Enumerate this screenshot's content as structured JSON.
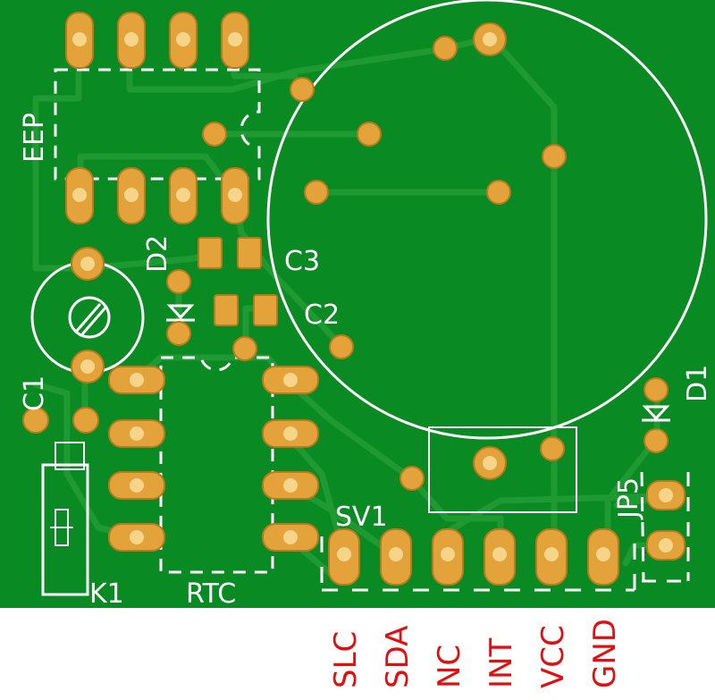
{
  "board": {
    "silkscreen_labels": {
      "eep": "EEP",
      "d2": "D2",
      "c3": "C3",
      "c2": "C2",
      "c1": "C1",
      "d1": "D1",
      "jp5": "JP5",
      "sv1": "SV1",
      "k1": "K1",
      "rtc": "RTC"
    },
    "pin_labels": [
      "SLC",
      "SDA",
      "NC",
      "INT",
      "VCC",
      "GND"
    ]
  },
  "colors": {
    "board": "#0a8a22",
    "pad": "#e3a23a",
    "silkscreen": "#ffffff",
    "pin_label_text": "#e01010",
    "background": "#ffffff"
  }
}
